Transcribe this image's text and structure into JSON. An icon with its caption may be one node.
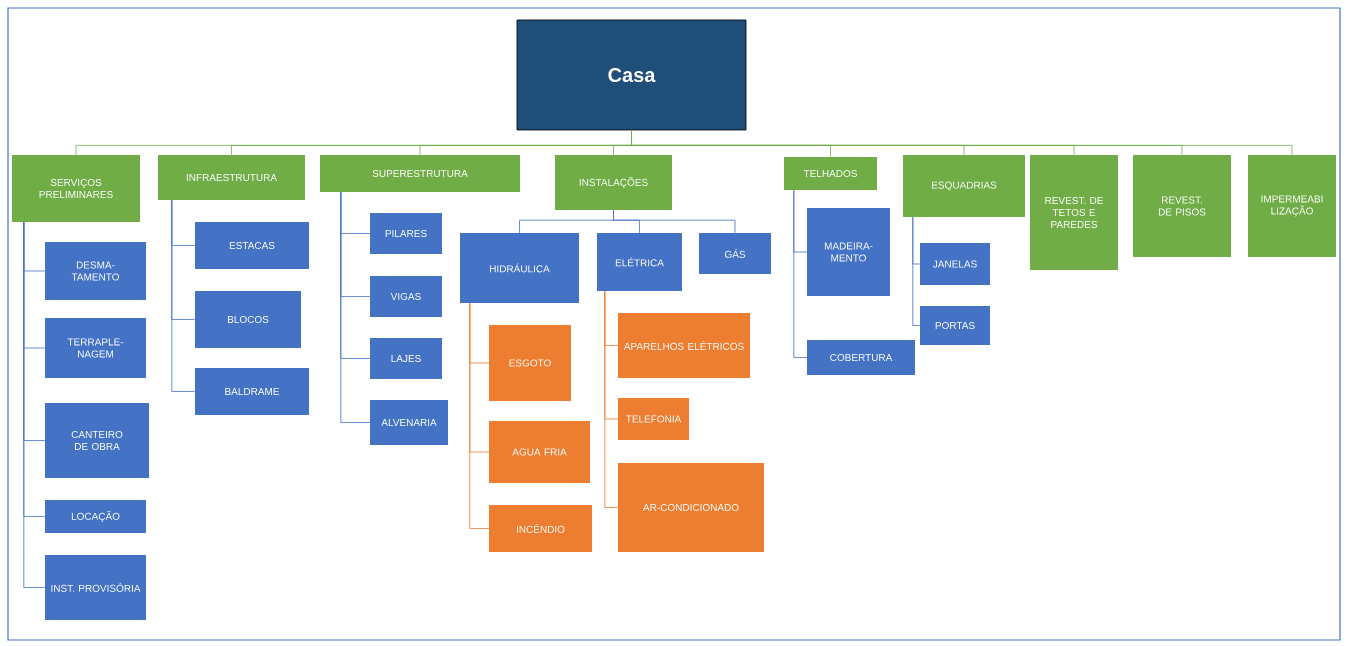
{
  "diagram": {
    "nodes": [
      {
        "text": [
          "Casa"
        ]
      },
      {
        "text": [
          "SERVIÇOS PRELIMINARES"
        ]
      },
      {
        "text": [
          "INFRAESTRUTURA"
        ]
      },
      {
        "text": [
          "SUPERESTRUTURA"
        ]
      },
      {
        "text": [
          "INSTALAÇÕES"
        ]
      },
      {
        "text": [
          "TELHADOS"
        ]
      },
      {
        "text": [
          "ESQUADRIAS"
        ]
      },
      {
        "text": [
          "REVEST. DE TETOS E PAREDES"
        ]
      },
      {
        "text": [
          "REVEST. DE PISOS"
        ]
      },
      {
        "text": [
          "IMPERMEABI LIZAÇÃO"
        ]
      },
      {
        "text": [
          "DESMA- TAMENTO"
        ]
      },
      {
        "text": [
          "TERRAPLE- NAGEM"
        ]
      },
      {
        "text": [
          "CANTEIRO DE OBRA"
        ]
      },
      {
        "text": [
          "LOCAÇÃO"
        ]
      },
      {
        "text": [
          "INST. PROVISÓRIA"
        ]
      },
      {
        "text": [
          "ESTACAS"
        ]
      },
      {
        "text": [
          "BLOCOS"
        ]
      },
      {
        "text": [
          "BALDRAME"
        ]
      },
      {
        "text": [
          "PILARES"
        ]
      },
      {
        "text": [
          "VIGAS"
        ]
      },
      {
        "text": [
          "LAJES"
        ]
      },
      {
        "text": [
          "ALVENARIA"
        ]
      },
      {
        "text": [
          "HIDRÁULICA"
        ]
      },
      {
        "text": [
          "ELÉTRICA"
        ]
      },
      {
        "text": [
          "GÁS"
        ]
      },
      {
        "text": [
          "ESGOTO"
        ]
      },
      {
        "text": [
          "AGUA FRIA"
        ]
      },
      {
        "text": [
          "INCÊNDIO"
        ]
      },
      {
        "text": [
          "APARELHOS ELÉTRICOS"
        ]
      },
      {
        "text": [
          "TELEFONIA"
        ]
      },
      {
        "text": [
          "AR-CONDICIONADO"
        ]
      },
      {
        "text": [
          "MADEIRA- MENTO"
        ]
      },
      {
        "text": [
          "COBERTURA"
        ]
      },
      {
        "text": [
          "JANELAS"
        ]
      },
      {
        "text": [
          "PORTAS"
        ]
      }
    ],
    "edges": [
      {
        "from": 0,
        "to": 1,
        "arrow": "none",
        "color": "#70ad47"
      },
      {
        "from": 0,
        "to": 2,
        "arrow": "none",
        "color": "#70ad47"
      },
      {
        "from": 0,
        "to": 3,
        "arrow": "none",
        "color": "#70ad47"
      },
      {
        "from": 0,
        "to": 4,
        "arrow": "none",
        "color": "#70ad47"
      },
      {
        "from": 0,
        "to": 5,
        "arrow": "none",
        "color": "#70ad47"
      },
      {
        "from": 0,
        "to": 6,
        "arrow": "none",
        "color": "#70ad47"
      },
      {
        "from": 0,
        "to": 7,
        "arrow": "none",
        "color": "#70ad47"
      },
      {
        "from": 0,
        "to": 8,
        "arrow": "none",
        "color": "#70ad47"
      },
      {
        "from": 0,
        "to": 9,
        "arrow": "none",
        "color": "#70ad47"
      },
      {
        "from": 1,
        "to": 10,
        "arrow": "none"
      },
      {
        "from": 1,
        "to": 11,
        "arrow": "none"
      },
      {
        "from": 1,
        "to": 12,
        "arrow": "none"
      },
      {
        "from": 1,
        "to": 13,
        "arrow": "none"
      },
      {
        "from": 1,
        "to": 14,
        "arrow": "none"
      },
      {
        "from": 2,
        "to": 15,
        "arrow": "none"
      },
      {
        "from": 2,
        "to": 16,
        "arrow": "none"
      },
      {
        "from": 2,
        "to": 17,
        "arrow": "none"
      },
      {
        "from": 3,
        "to": 18,
        "arrow": "none"
      },
      {
        "from": 3,
        "to": 19,
        "arrow": "none"
      },
      {
        "from": 3,
        "to": 20,
        "arrow": "none"
      },
      {
        "from": 3,
        "to": 21,
        "arrow": "none"
      },
      {
        "from": 4,
        "to": 22,
        "arrow": "none"
      },
      {
        "from": 4,
        "to": 23,
        "arrow": "none"
      },
      {
        "from": 4,
        "to": 24,
        "arrow": "none"
      },
      {
        "from": 22,
        "to": 25,
        "arrow": "none",
        "color": "#ed7d31"
      },
      {
        "from": 22,
        "to": 26,
        "arrow": "none",
        "color": "#ed7d31"
      },
      {
        "from": 22,
        "to": 27,
        "arrow": "none",
        "color": "#ed7d31"
      },
      {
        "from": 23,
        "to": 28,
        "arrow": "none",
        "color": "#ed7d31"
      },
      {
        "from": 23,
        "to": 29,
        "arrow": "none",
        "color": "#ed7d31"
      },
      {
        "from": 23,
        "to": 30,
        "arrow": "none",
        "color": "#ed7d31"
      },
      {
        "from": 5,
        "to": 31,
        "arrow": "none"
      },
      {
        "from": 5,
        "to": 32,
        "arrow": "none"
      },
      {
        "from": 6,
        "to": 33,
        "arrow": "none"
      },
      {
        "from": 6,
        "to": 34,
        "arrow": "none"
      }
    ]
  }
}
